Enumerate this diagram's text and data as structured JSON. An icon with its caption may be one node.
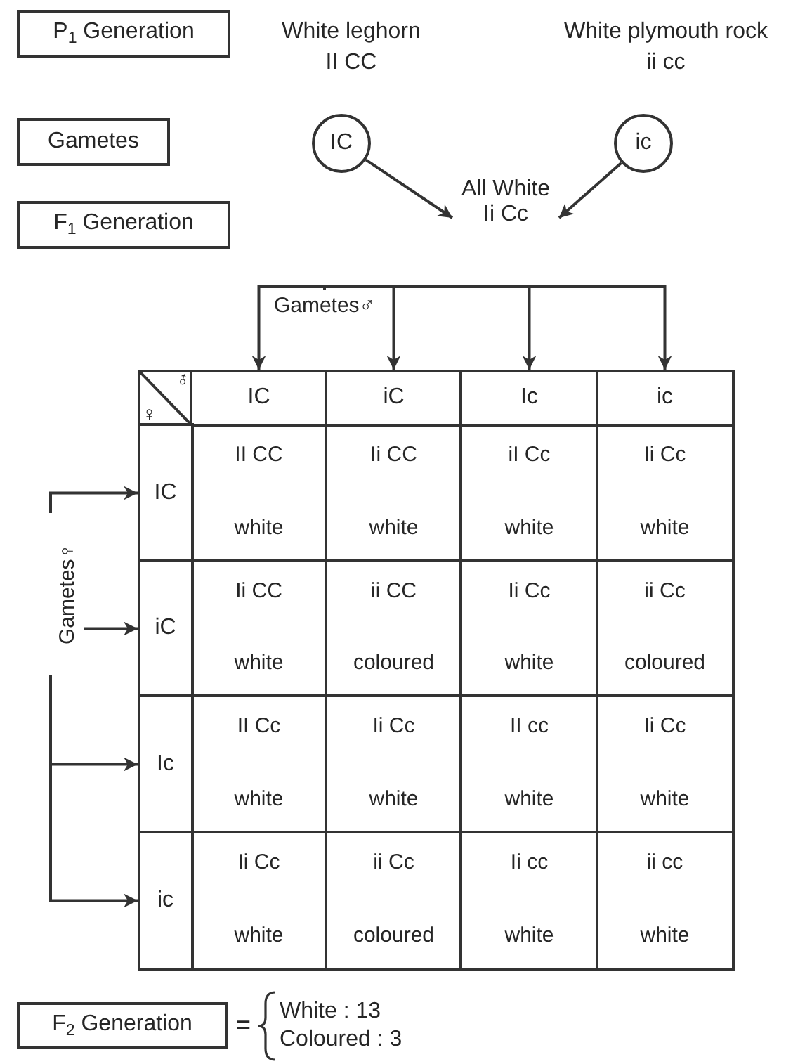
{
  "diagram": {
    "nodes": [
      {
        "text": [
          "P$_{1}$ Generation"
        ]
      },
      {
        "text": [
          "Gametes"
        ]
      },
      {
        "text": [
          "F$_{1}$ Generation"
        ]
      },
      {
        "text": [
          "IC"
        ]
      },
      {
        "text": [
          "ic"
        ]
      },
      {
        "text": [
          "All White",
          "Ii Cc"
        ]
      },
      {
        "text": [
          "Gametes♂"
        ]
      },
      {
        "text": [
          "IC"
        ]
      },
      {
        "text": [
          "iC"
        ]
      },
      {
        "text": [
          "Ic"
        ]
      },
      {
        "text": [
          "ic"
        ]
      },
      {
        "text": [
          "IC"
        ]
      },
      {
        "text": [
          "iC"
        ]
      },
      {
        "text": [
          "Ic"
        ]
      },
      {
        "text": [
          "ic"
        ]
      },
      {
        "text": [
          "Gametes♀"
        ]
      },
      {
        "text": [
          "F$_{2}$ Generation"
        ]
      }
    ],
    "edges": [
      {
        "from": 3,
        "to": 5,
        "arrow": "to"
      },
      {
        "from": 4,
        "to": 5,
        "arrow": "to"
      },
      {
        "from": 6,
        "to": 7,
        "arrow": "to"
      },
      {
        "from": 6,
        "to": 8,
        "arrow": "to"
      },
      {
        "from": 6,
        "to": 9,
        "arrow": "to"
      },
      {
        "from": 6,
        "to": 10,
        "arrow": "to"
      },
      {
        "from": 15,
        "to": 11,
        "arrow": "to"
      },
      {
        "from": 15,
        "to": 12,
        "arrow": "to"
      },
      {
        "from": 15,
        "to": 13,
        "arrow": "to"
      },
      {
        "from": 15,
        "to": 14,
        "arrow": "to"
      }
    ],
    "labels": [
      "White leghorn",
      "White plymouth rock",
      "II CC",
      "ii cc",
      "♂",
      "♀",
      "II CC",
      "white",
      "Ii CC",
      "white",
      "iI Cc",
      "white",
      "Ii Cc",
      "white",
      "Ii CC",
      "white",
      "ii CC",
      "coloured",
      "Ii Cc",
      "white",
      "ii Cc",
      "coloured",
      "II Cc",
      "white",
      "Ii Cc",
      "white",
      "II cc",
      "white",
      "Ii Cc",
      "white",
      "Ii Cc",
      "white",
      "ii Cc",
      "coloured",
      "Ii cc",
      "white",
      "ii cc",
      "white",
      "=",
      "White : 13",
      "Coloured : 3"
    ]
  }
}
